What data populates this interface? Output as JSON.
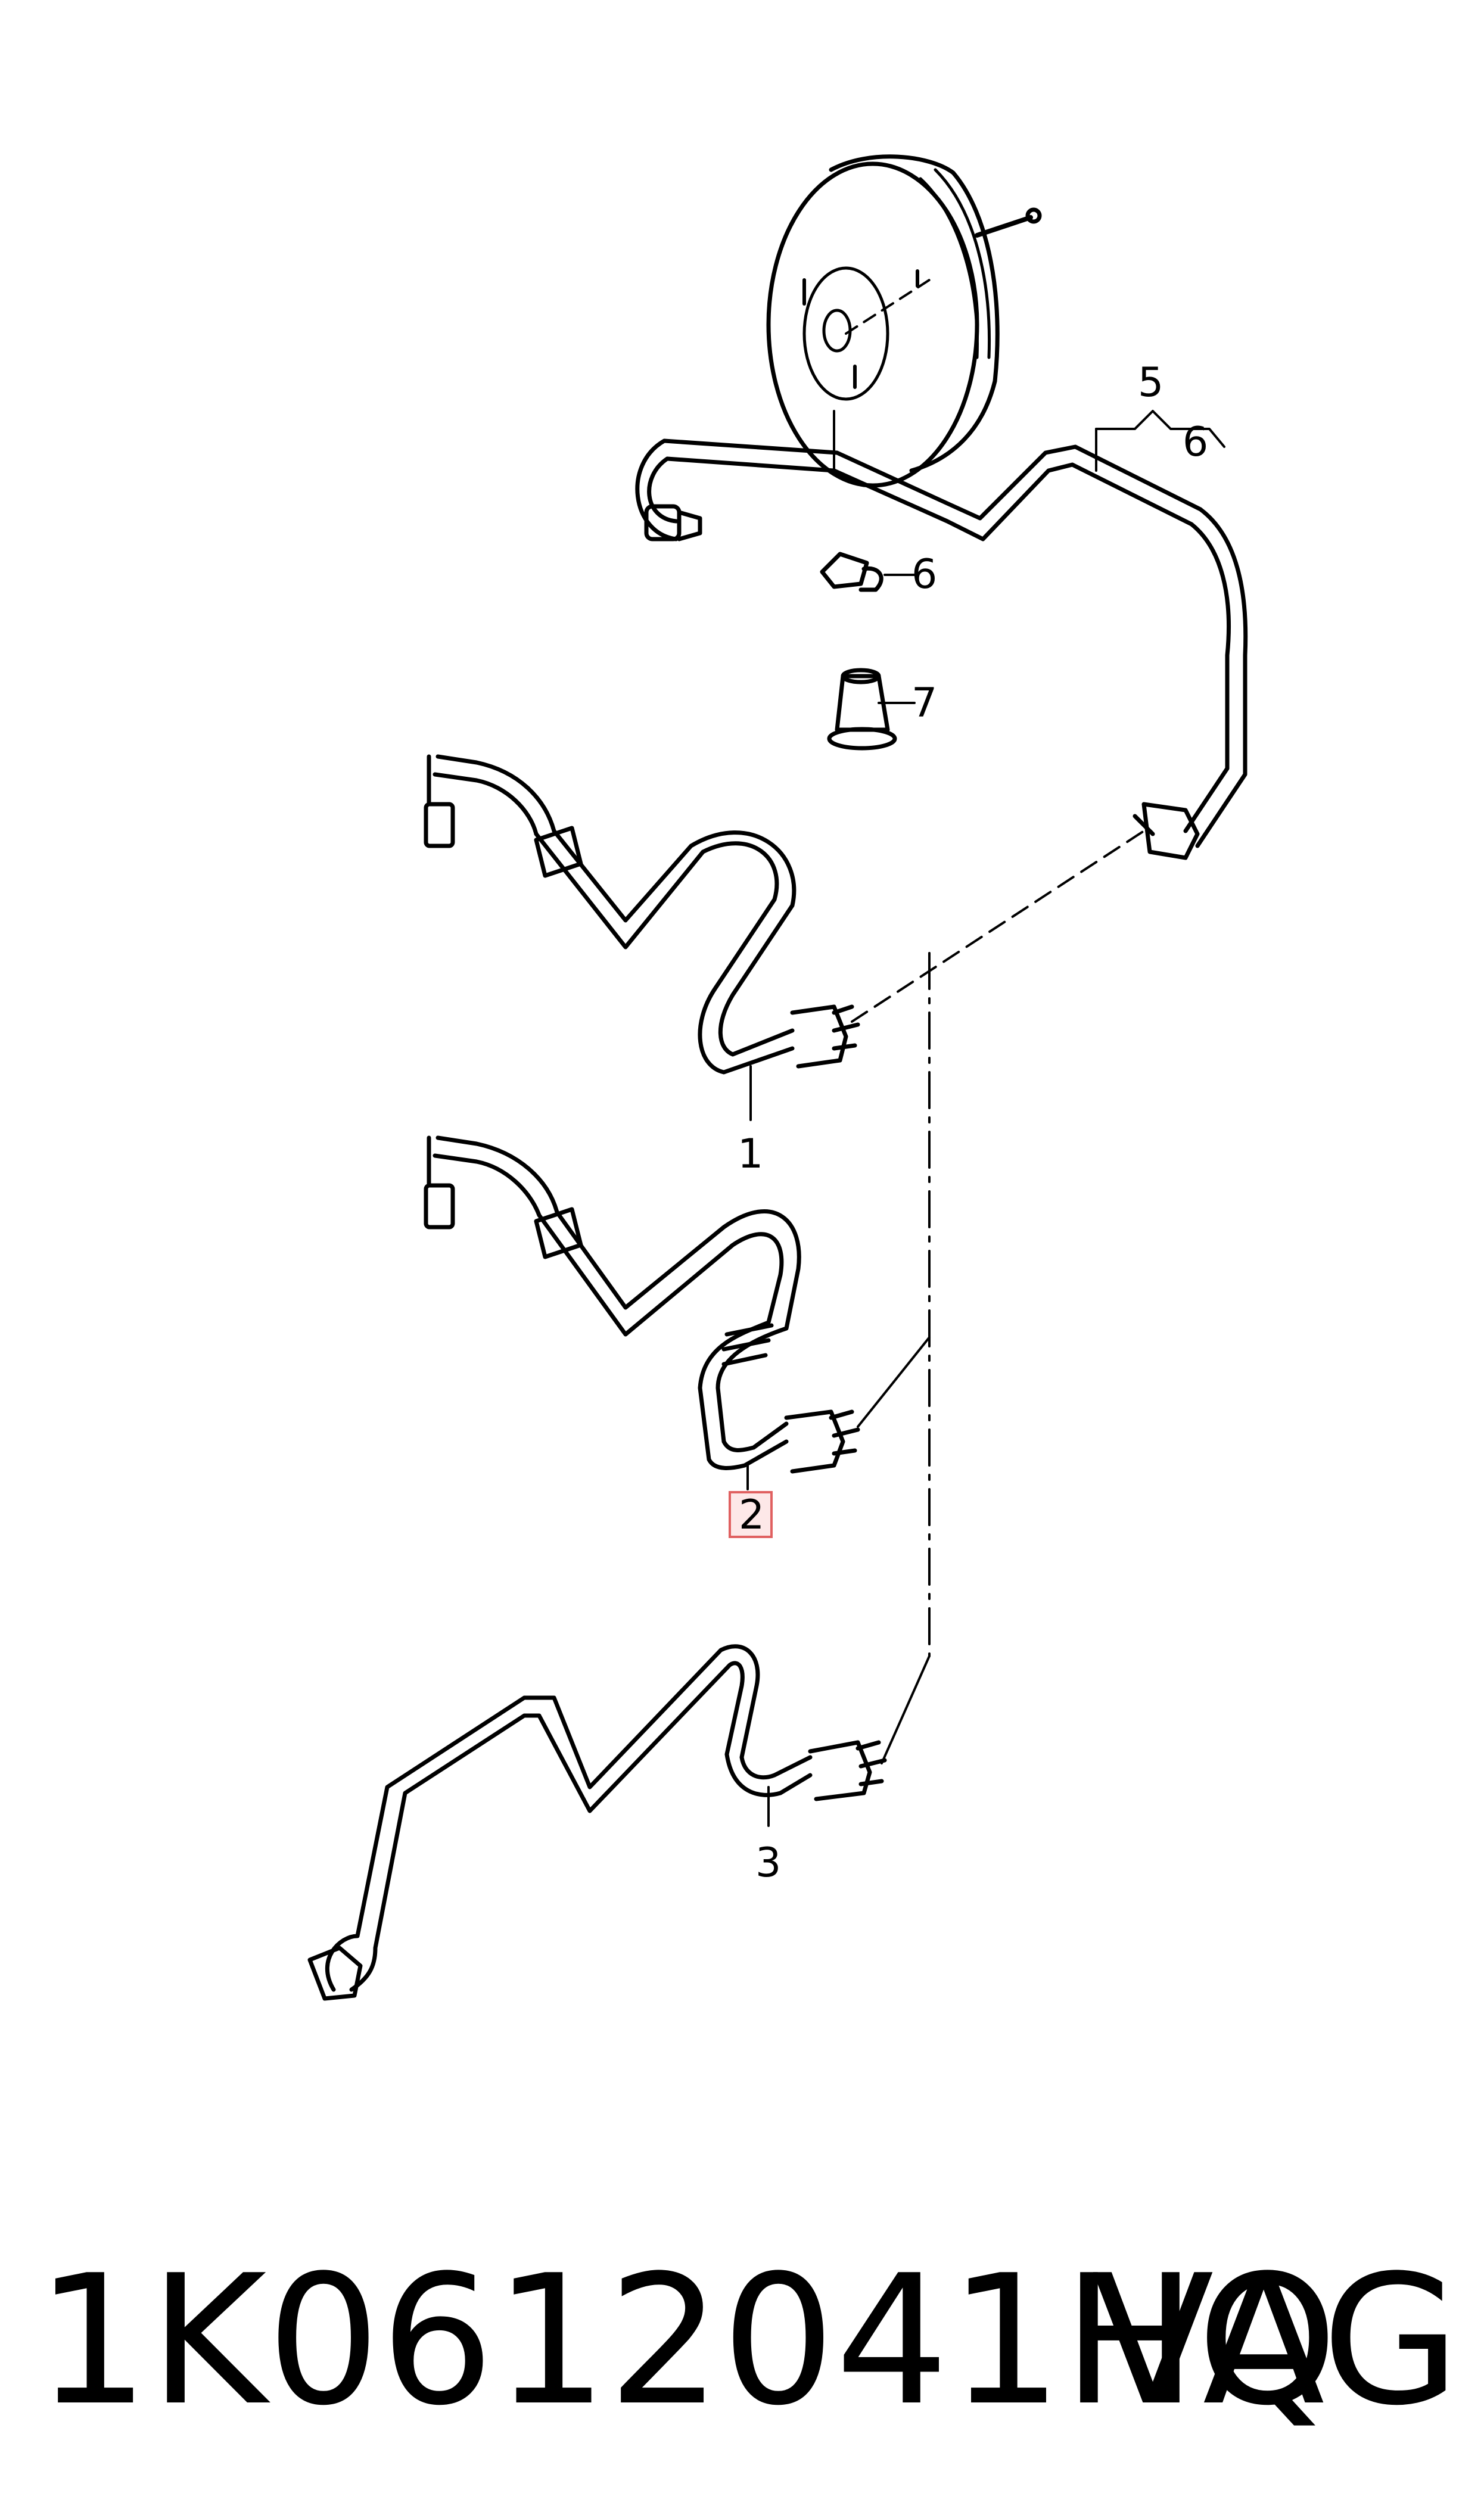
{
  "diagram": {
    "callouts": [
      {
        "id": "1",
        "label": "1"
      },
      {
        "id": "2",
        "label": "2",
        "highlighted": true
      },
      {
        "id": "3",
        "label": "3"
      },
      {
        "id": "5",
        "label": "5"
      },
      {
        "id": "6a",
        "label": "6"
      },
      {
        "id": "6b",
        "label": "6"
      },
      {
        "id": "7",
        "label": "7"
      }
    ],
    "highlight_color": "#e06060"
  },
  "footer": {
    "part_number": "1K0612041HQ",
    "brand": "VAG"
  }
}
